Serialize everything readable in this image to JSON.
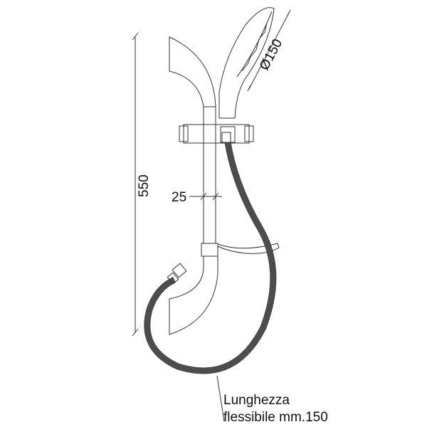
{
  "dimensions": {
    "height_label": "550",
    "bar_width_label": "25",
    "head_diameter_label": "Ø150"
  },
  "note": {
    "line1": "Lunghezza",
    "line2": "flessibile mm.150"
  }
}
